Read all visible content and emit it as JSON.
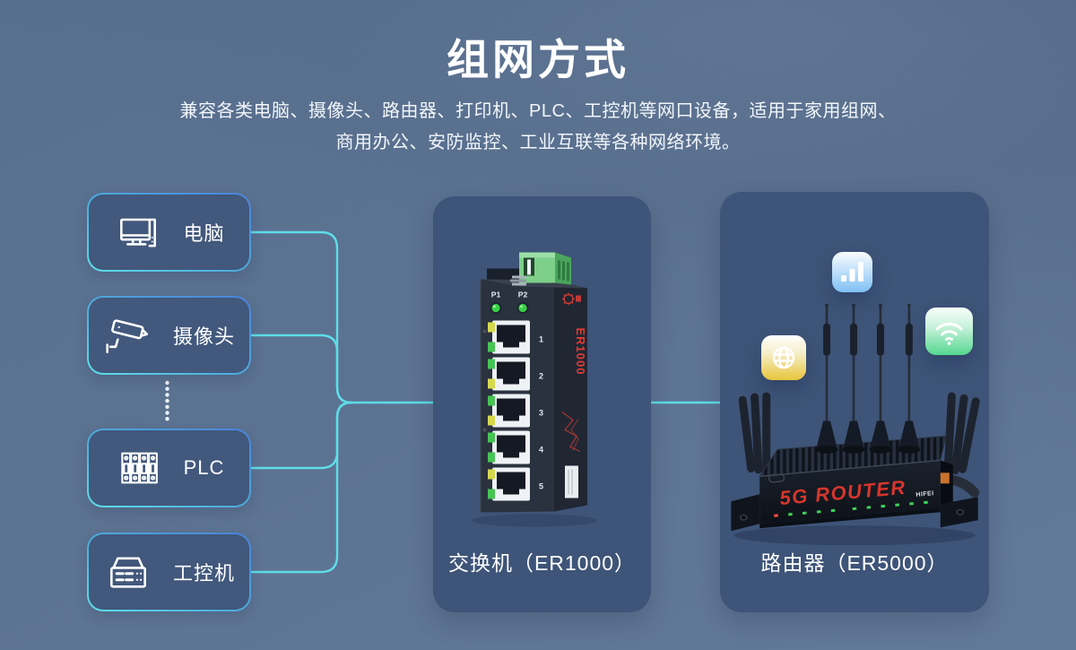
{
  "page": {
    "title": "组网方式",
    "subtitle_line1": "兼容各类电脑、摄像头、路由器、打印机、PLC、工控机等网口设备，适用于家用组网、",
    "subtitle_line2": "商用办公、安防监控、工业互联等各种网络环境。"
  },
  "devices": [
    {
      "label": "电脑",
      "icon": "desktop-computer-icon"
    },
    {
      "label": "摄像头",
      "icon": "cctv-camera-icon"
    },
    {
      "label": "PLC",
      "icon": "plc-module-icon"
    },
    {
      "label": "工控机",
      "icon": "industrial-pc-icon"
    }
  ],
  "switch_card": {
    "caption": "交换机（ER1000）",
    "led_labels": [
      "P1",
      "P2"
    ],
    "port_numbers": [
      "1",
      "2",
      "3",
      "4",
      "5"
    ],
    "side_model": "ER1000"
  },
  "router_card": {
    "caption": "路由器（ER5000）",
    "body_text": "5G ROUTER",
    "body_subtext": "HIFEI",
    "feature_icons": [
      "signal-bars-icon",
      "globe-icon",
      "wifi-icon"
    ]
  },
  "colors": {
    "background": "#5e7493",
    "panel": "#3e5478",
    "device_box_fill": "#42587c",
    "border_gradient_blue": "#4a86d8",
    "border_gradient_cyan": "#5fe0ea",
    "connector_cyan": "#5edde8",
    "brand_red": "#d6362c",
    "led_green": "#3fd04c",
    "led_yellow": "#d6d94f",
    "terminal_green": "#7ecf8a",
    "tile_signal_blue": "#7fc0f4",
    "tile_globe_yellow": "#e7c53c",
    "tile_wifi_green": "#55d88f"
  }
}
